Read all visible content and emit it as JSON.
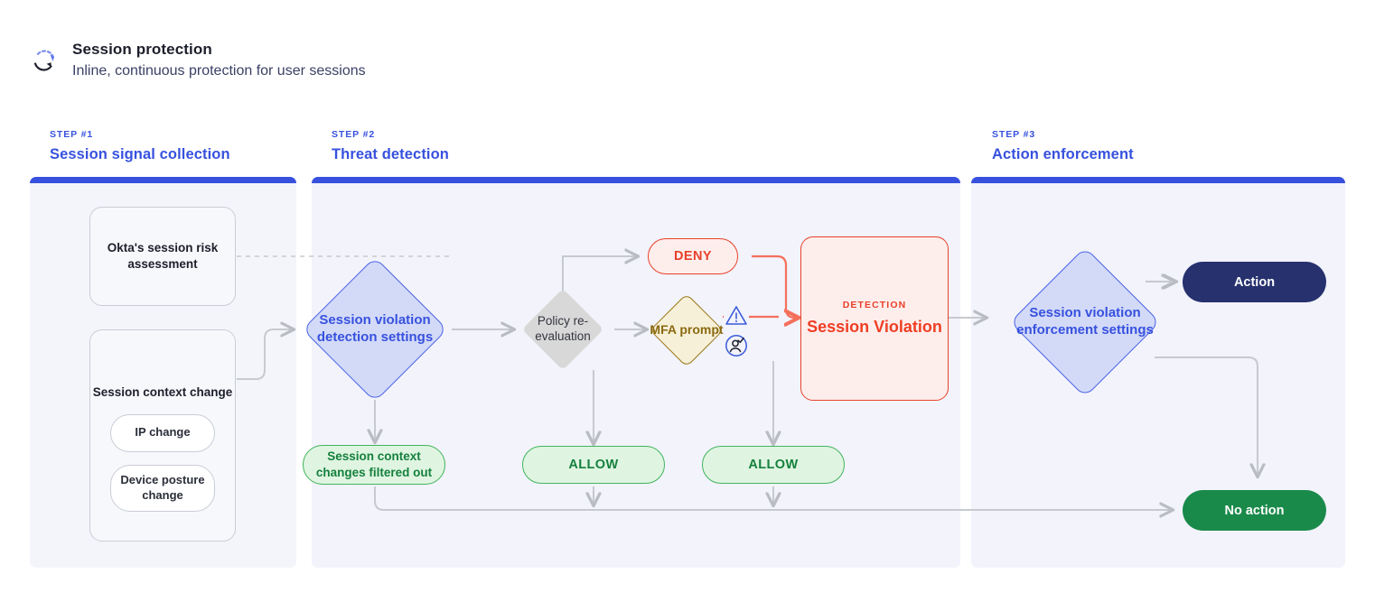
{
  "header": {
    "icon": "session-refresh-icon",
    "title": "Session protection",
    "subtitle": "Inline, continuous protection for user sessions"
  },
  "colors": {
    "brand_blue": "#3751DE",
    "panel_bg": "#f2f3fb",
    "deny_red": "#e8402a",
    "allow_green": "#15803d",
    "mfa_gold": "#8a6a10",
    "action_navy": "#26316e",
    "noaction_green": "#1a8a4a"
  },
  "steps": [
    {
      "kicker": "STEP #1",
      "title": "Session signal collection"
    },
    {
      "kicker": "STEP #2",
      "title": "Threat detection"
    },
    {
      "kicker": "STEP #3",
      "title": "Action enforcement"
    }
  ],
  "step1": {
    "risk_card": "Okta's session risk assessment",
    "context_card": "Session context change",
    "context_items": [
      "IP change",
      "Device posture change"
    ]
  },
  "step2": {
    "detection_diamond": "Session violation detection settings",
    "filtered_pill": "Session context changes filtered out",
    "policy_diamond": "Policy re-evaluation",
    "deny_pill": "DENY",
    "mfa_diamond": "MFA prompt",
    "allow_pill_1": "ALLOW",
    "allow_pill_2": "ALLOW",
    "detection_box": {
      "kicker": "DETECTION",
      "title": "Session Violation"
    },
    "icons": {
      "warning": "warning-triangle-icon",
      "user_verified": "user-check-icon"
    }
  },
  "step3": {
    "enforcement_diamond": "Session violation enforcement settings",
    "action_pill": "Action",
    "no_action_pill": "No action"
  }
}
